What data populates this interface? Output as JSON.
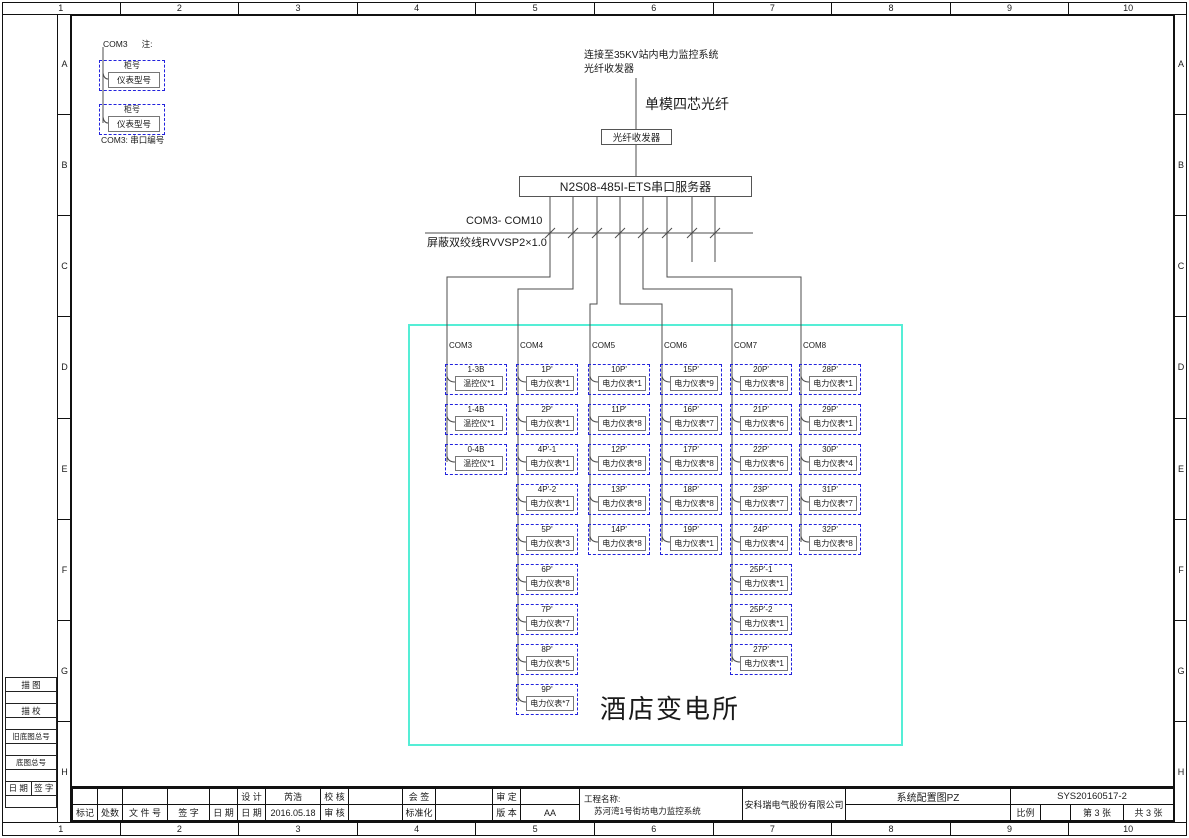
{
  "rulers": {
    "cols": [
      "1",
      "2",
      "3",
      "4",
      "5",
      "6",
      "7",
      "8",
      "9",
      "10"
    ],
    "rows": [
      "A",
      "B",
      "C",
      "D",
      "E",
      "F",
      "G",
      "H"
    ]
  },
  "legend": {
    "port": "COM3",
    "note": "注:",
    "cabinet": "柜号",
    "model": "仪表型号",
    "caption": "COM3: 串口编号"
  },
  "uplink": {
    "remote_line1": "连接至35KV站内电力监控系统",
    "remote_line2": "光纤收发器",
    "fiber": "单模四芯光纤",
    "transceiver": "光纤收发器",
    "server": "N2S08-485I-ETS串口服务器",
    "bus_ports": "COM3- COM10",
    "bus_cable": "屏蔽双绞线RVVSP2×1.0"
  },
  "substation": {
    "name": "酒店变电所",
    "columns": [
      {
        "port": "COM3",
        "devices": [
          {
            "cab": "1-3B",
            "meter": "温控仪*1"
          },
          {
            "cab": "1-4B",
            "meter": "温控仪*1"
          },
          {
            "cab": "0-4B",
            "meter": "温控仪*1"
          }
        ]
      },
      {
        "port": "COM4",
        "devices": [
          {
            "cab": "1P'",
            "meter": "电力仪表*1"
          },
          {
            "cab": "2P'",
            "meter": "电力仪表*1"
          },
          {
            "cab": "4P'-1",
            "meter": "电力仪表*1"
          },
          {
            "cab": "4P'-2",
            "meter": "电力仪表*1"
          },
          {
            "cab": "5P'",
            "meter": "电力仪表*3"
          },
          {
            "cab": "6P'",
            "meter": "电力仪表*8"
          },
          {
            "cab": "7P'",
            "meter": "电力仪表*7"
          },
          {
            "cab": "8P'",
            "meter": "电力仪表*5"
          },
          {
            "cab": "9P'",
            "meter": "电力仪表*7"
          }
        ]
      },
      {
        "port": "COM5",
        "devices": [
          {
            "cab": "10P'",
            "meter": "电力仪表*1"
          },
          {
            "cab": "11P'",
            "meter": "电力仪表*8"
          },
          {
            "cab": "12P'",
            "meter": "电力仪表*8"
          },
          {
            "cab": "13P'",
            "meter": "电力仪表*8"
          },
          {
            "cab": "14P'",
            "meter": "电力仪表*8"
          }
        ]
      },
      {
        "port": "COM6",
        "devices": [
          {
            "cab": "15P'",
            "meter": "电力仪表*9"
          },
          {
            "cab": "16P'",
            "meter": "电力仪表*7"
          },
          {
            "cab": "17P'",
            "meter": "电力仪表*8"
          },
          {
            "cab": "18P'",
            "meter": "电力仪表*8"
          },
          {
            "cab": "19P'",
            "meter": "电力仪表*1"
          }
        ]
      },
      {
        "port": "COM7",
        "devices": [
          {
            "cab": "20P'",
            "meter": "电力仪表*8"
          },
          {
            "cab": "21P'",
            "meter": "电力仪表*6"
          },
          {
            "cab": "22P'",
            "meter": "电力仪表*6"
          },
          {
            "cab": "23P'",
            "meter": "电力仪表*7"
          },
          {
            "cab": "24P'",
            "meter": "电力仪表*4"
          },
          {
            "cab": "25P'-1",
            "meter": "电力仪表*1"
          },
          {
            "cab": "25P'-2",
            "meter": "电力仪表*1"
          },
          {
            "cab": "27P'",
            "meter": "电力仪表*1"
          }
        ]
      },
      {
        "port": "COM8",
        "devices": [
          {
            "cab": "28P'",
            "meter": "电力仪表*1"
          },
          {
            "cab": "29P'",
            "meter": "电力仪表*1"
          },
          {
            "cab": "30P'",
            "meter": "电力仪表*4"
          },
          {
            "cab": "31P'",
            "meter": "电力仪表*7"
          },
          {
            "cab": "32P'",
            "meter": "电力仪表*8"
          }
        ]
      }
    ]
  },
  "leftblock": {
    "r1": "描 图",
    "r2": "描 校",
    "r3": "旧底图总号",
    "r4": "底图总号",
    "r5a": "日 期",
    "r5b": "签 字"
  },
  "titleblock": {
    "mark": "标记",
    "count": "处数",
    "file_no": "文 件 号",
    "sign": "签 字",
    "date": "日 期",
    "design_label": "设 计",
    "design_value": "芮浩",
    "design_date_label": "日 期",
    "design_date_value": "2016.05.18",
    "check_label": "校 核",
    "review_label": "审 核",
    "countersign_label": "会 签",
    "standard_label": "标准化",
    "approve_label": "审 定",
    "version_label": "版 本",
    "version_value": "AA",
    "project_label": "工程名称:",
    "project_name": "苏河湾1号街坊电力监控系统",
    "company": "安科瑞电气股份有限公司",
    "drawing_title": "系统配置图PZ",
    "drawing_no": "SYS20160517-2",
    "scale_label": "比例",
    "sheet_no": "第 3 张",
    "sheet_total": "共 3 张"
  },
  "colors": {
    "wire": "#4d4d4d",
    "device_dash": "#2222dd",
    "zone": "#55eed6"
  }
}
